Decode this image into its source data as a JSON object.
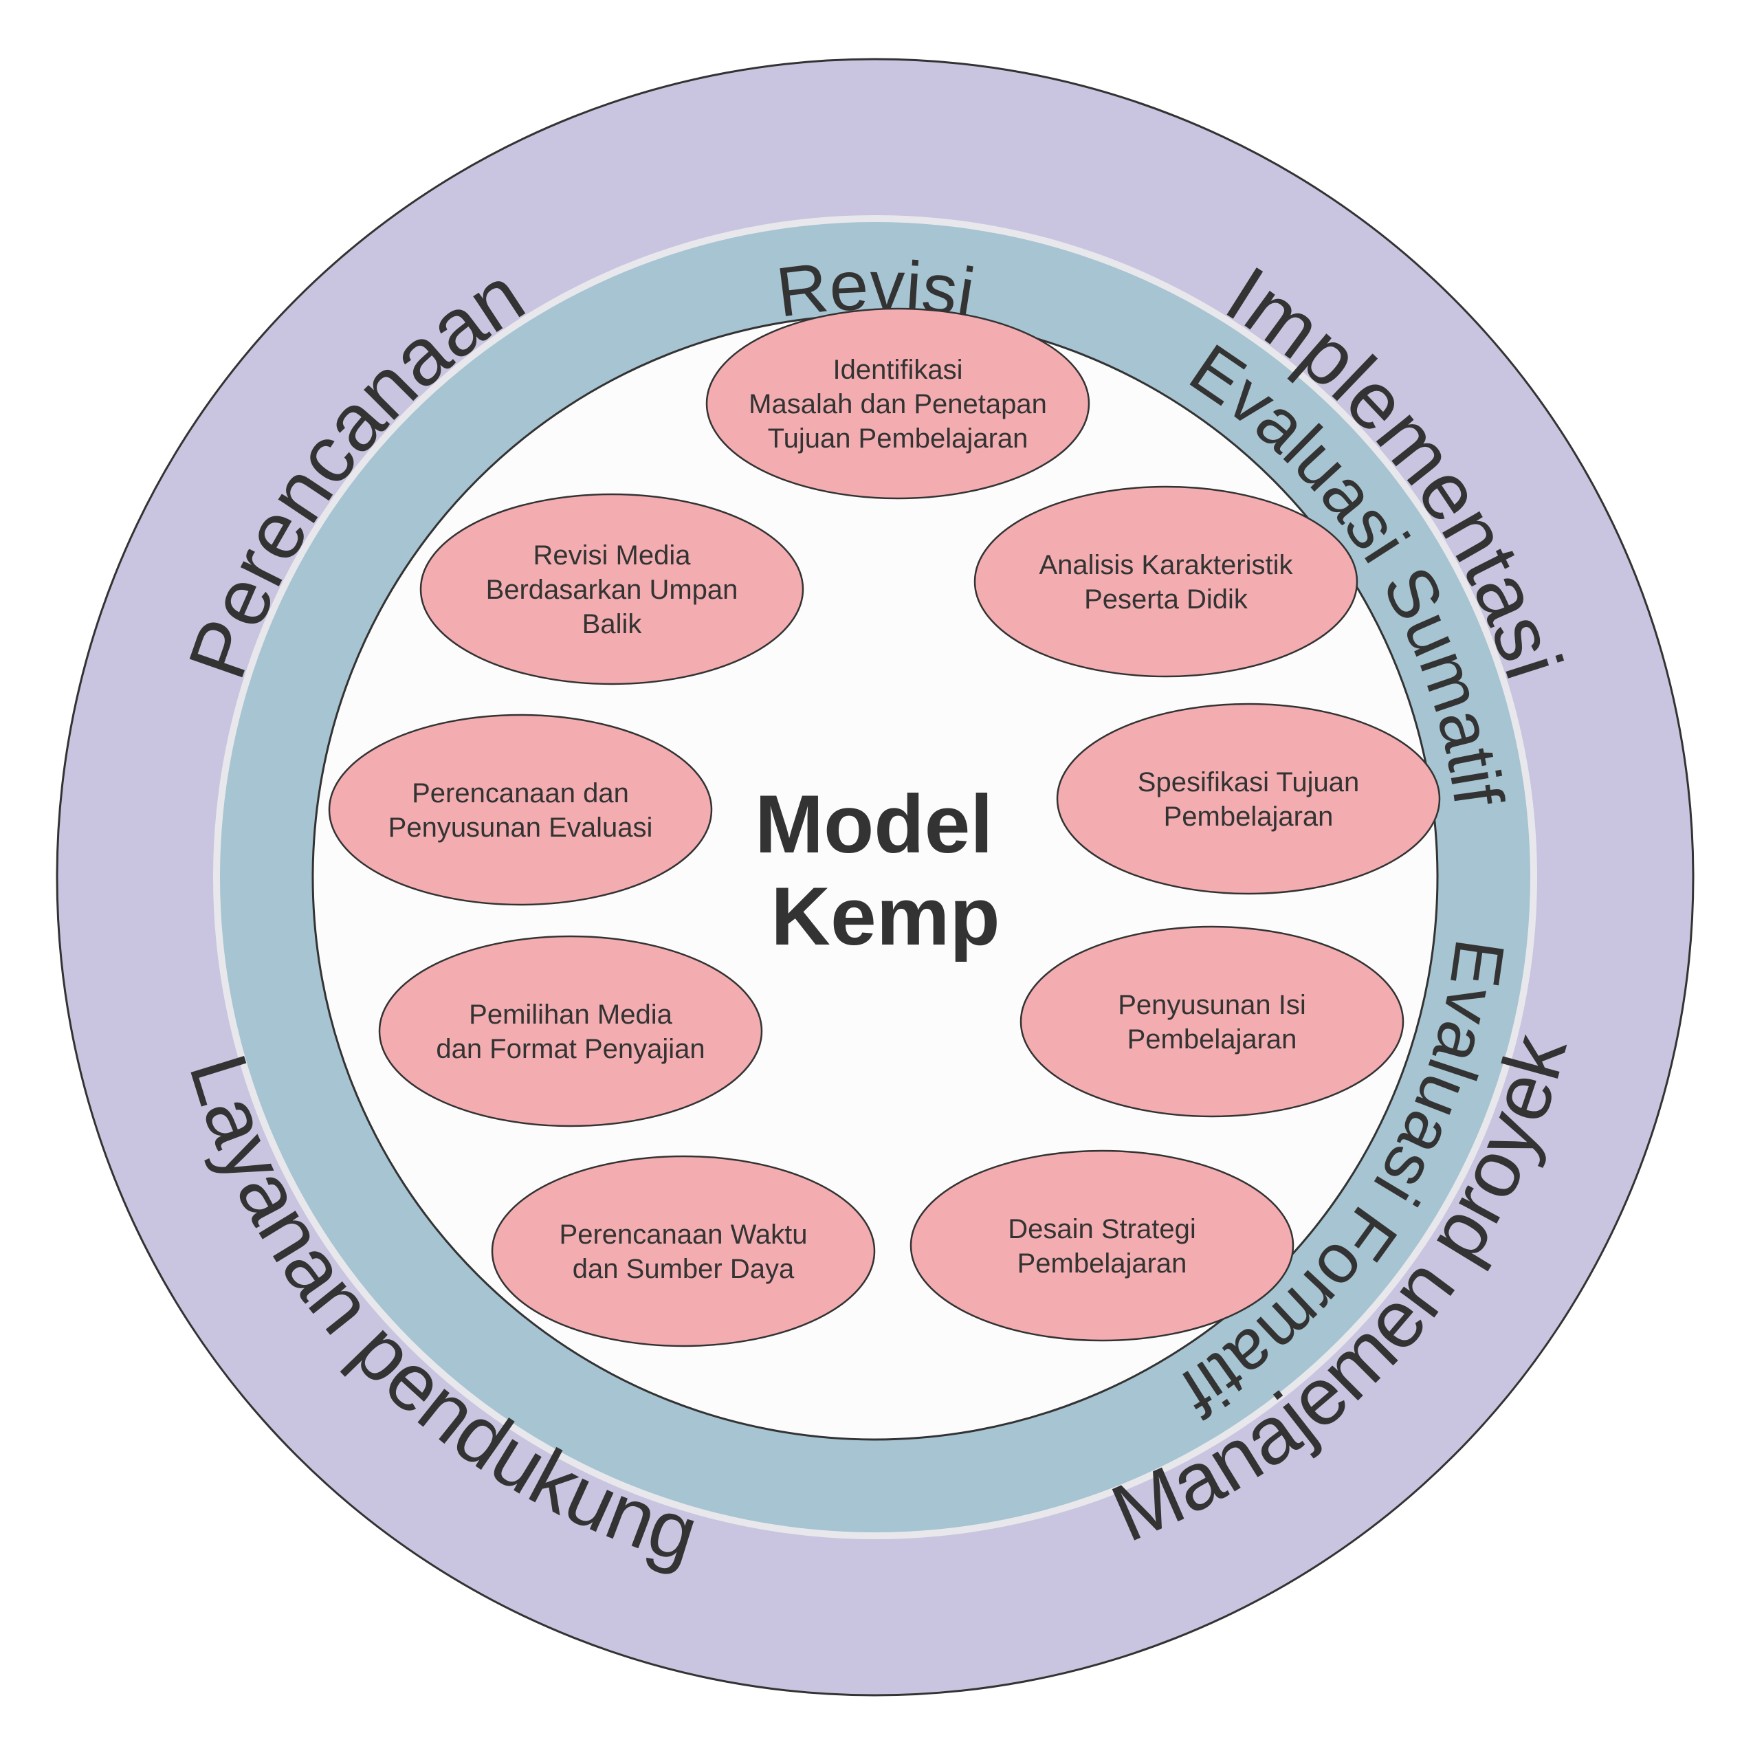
{
  "colors": {
    "outer_ring": "#c9c5e0",
    "middle_ring": "#a6c4d1",
    "separator": "#e8e8ec",
    "inner_circle": "#fcfcfc",
    "oval_fill": "#f3adb1",
    "outline": "#333333"
  },
  "title": {
    "line1": "Model",
    "line2": "Kemp"
  },
  "outer_ring": {
    "top_left": "Perencanaan",
    "top_right": "Implementasi",
    "bottom_left": "Layanan pendukung",
    "bottom_right": "Manajemen proyek"
  },
  "middle_ring": {
    "top": "Revisi",
    "left": "Evaluasi Sumatif",
    "right": "Evaluasi Formatif"
  },
  "steps": [
    {
      "lines": [
        "Identifikasi",
        "Masalah dan Penetapan",
        "Tujuan Pembelajaran"
      ]
    },
    {
      "lines": [
        "Analisis Karakteristik",
        "Peserta Didik"
      ]
    },
    {
      "lines": [
        "Spesifikasi Tujuan",
        "Pembelajaran"
      ]
    },
    {
      "lines": [
        "Penyusunan Isi",
        "Pembelajaran"
      ]
    },
    {
      "lines": [
        "Desain Strategi",
        "Pembelajaran"
      ]
    },
    {
      "lines": [
        "Perencanaan Waktu",
        "dan Sumber Daya"
      ]
    },
    {
      "lines": [
        "Pemilihan Media",
        "dan Format Penyajian"
      ]
    },
    {
      "lines": [
        "Perencanaan dan",
        "Penyusunan Evaluasi"
      ]
    },
    {
      "lines": [
        "Revisi Media",
        "Berdasarkan Umpan",
        "Balik"
      ]
    }
  ]
}
